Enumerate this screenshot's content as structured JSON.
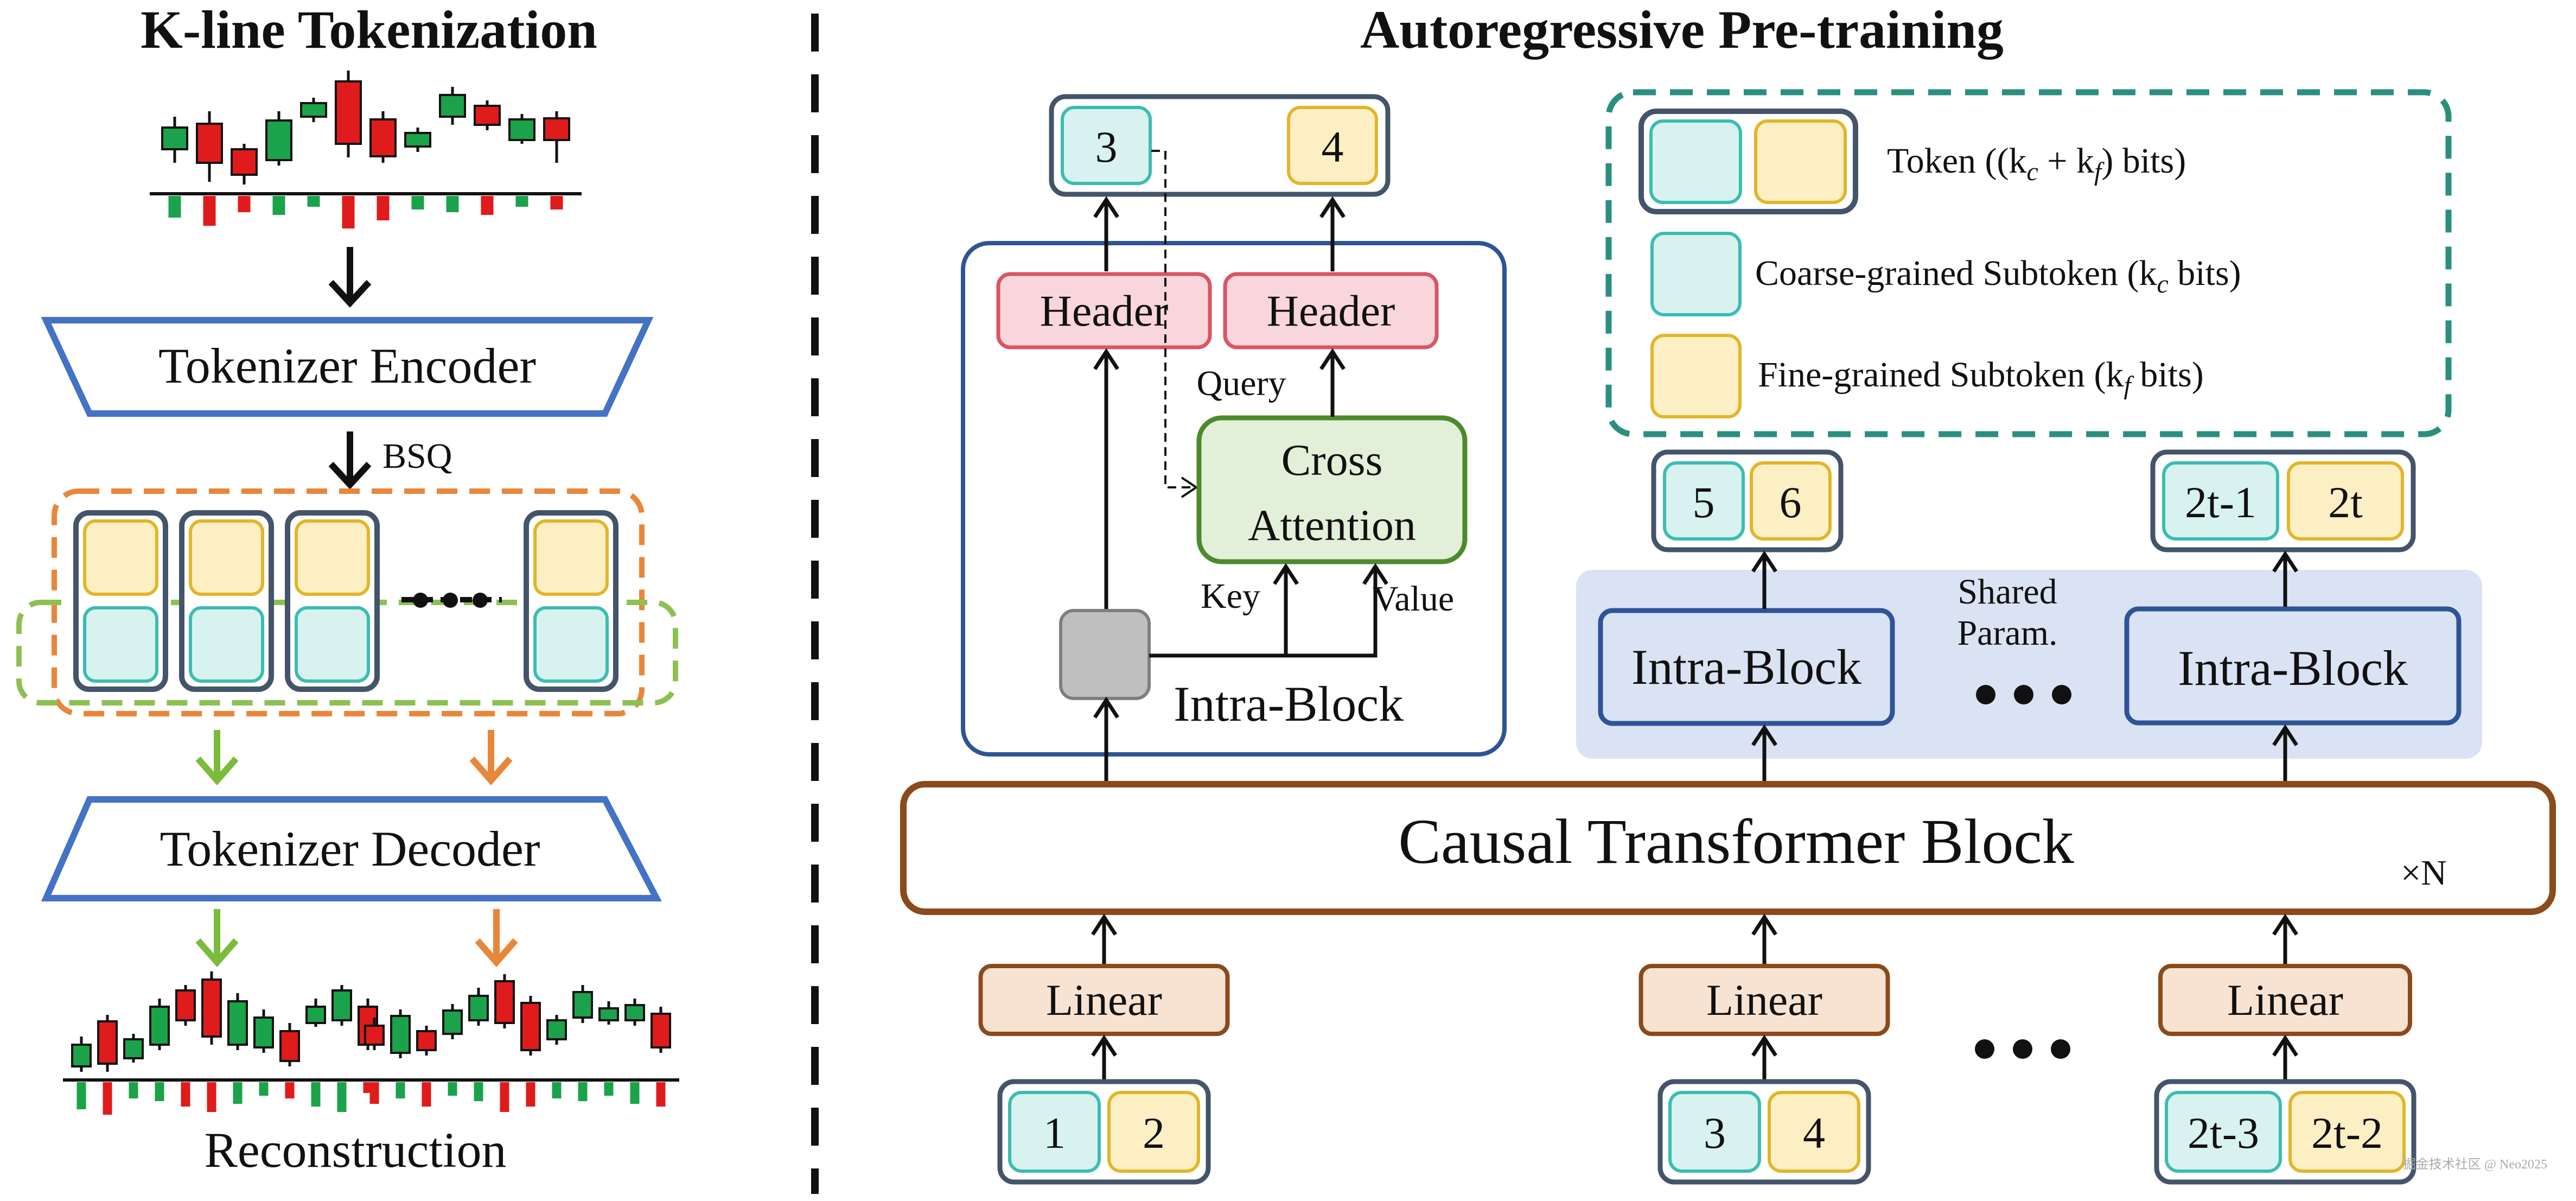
{
  "left_panel": {
    "title": "K-line Tokenization",
    "encoder_label": "Tokenizer Encoder",
    "quantizer_label": "BSQ",
    "decoder_label": "Tokenizer Decoder",
    "reconstruction_label": "Reconstruction"
  },
  "right_panel": {
    "title": "Autoregressive Pre-training",
    "intra_block_label": "Intra-Block",
    "header_label": "Header",
    "cross_attention_line1": "Cross",
    "cross_attention_line2": "Attention",
    "query_label": "Query",
    "key_label": "Key",
    "value_label": "Value",
    "shared_param_line1": "Shared",
    "shared_param_line2": "Param.",
    "transformer_label": "Causal Transformer Block",
    "repeat_label": "×N",
    "linear_label": "Linear",
    "top_tokens": [
      "3",
      "4"
    ],
    "input_tokens": [
      [
        "1",
        "2"
      ],
      [
        "3",
        "4"
      ],
      [
        "2t-3",
        "2t-2"
      ]
    ],
    "output_tokens": [
      [
        "5",
        "6"
      ],
      [
        "2t-1",
        "2t"
      ]
    ]
  },
  "legend": {
    "token_label": "Token ((k",
    "token_sub_c": "c",
    "token_plus": " + k",
    "token_sub_f": "f",
    "token_end": ") bits)",
    "coarse_label": "Coarse-grained Subtoken (k",
    "coarse_sub": "c",
    "coarse_end": " bits)",
    "fine_label": "Fine-grained Subtoken (k",
    "fine_sub": "f",
    "fine_end": " bits)"
  },
  "watermark": "掘金技术社区 @ Neo2025",
  "colors": {
    "coarse_fill": "#d7f2ef",
    "coarse_stroke": "#3bbdb0",
    "fine_fill": "#fcefc3",
    "fine_stroke": "#e2b52a",
    "encoder_stroke": "#4472c4",
    "dash_orange": "#e8863a",
    "dash_green": "#8cc152",
    "dash_teal": "#2a8f7e",
    "header_fill": "#f9d6dc",
    "header_stroke": "#d95566",
    "cross_fill": "#e2efd9",
    "cross_stroke": "#4e8a2c",
    "linear_fill": "#f8e3d2",
    "linear_stroke": "#8b4a1c",
    "transformer_stroke": "#8b4a1c",
    "shared_fill": "#dae3f3",
    "intra_stroke": "#2f5496",
    "candle_green": "#1aa34a",
    "candle_red": "#e01b1b"
  }
}
